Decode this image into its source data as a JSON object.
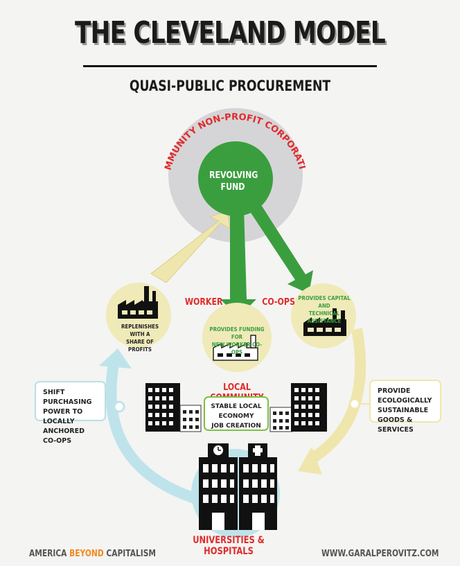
{
  "title": "THE CLEVELAND MODEL",
  "subtitle": "QUASI-PUBLIC PROCUREMENT",
  "corporation_label": "COMMUNITY NON-PROFIT CORPORATION",
  "fund": {
    "line1": "REVOLVING",
    "line2": "FUND"
  },
  "worker_label": "WORKER",
  "coops_label": "CO-OPS",
  "left_coop": {
    "line1": "REPLENISHES WITH A",
    "line2": "SHARE OF PROFITS"
  },
  "middle_coop": {
    "line1": "PROVIDES FUNDING FOR",
    "line2": "NEW WORKER CO-OPS"
  },
  "right_coop": {
    "line1": "PROVIDES CAPITAL AND",
    "line2": "TECHNICAL ASSISTANCE"
  },
  "local_community": {
    "title": "LOCAL COMMUNITY",
    "line1": "STABLE LOCAL ECONOMY",
    "line2": "JOB CREATION"
  },
  "left_box": {
    "line1": "SHIFT PURCHASING",
    "line2": "POWER TO LOCALLY",
    "line3": "ANCHORED CO-OPS"
  },
  "right_box": {
    "line1": "PROVIDE ECOLOGICALLY",
    "line2": "SUSTAINABLE GOODS &",
    "line3": "SERVICES"
  },
  "anchor_label": "UNIVERSITIES & HOSPITALS",
  "footer_left": {
    "part1": "AMERICA ",
    "part2": "BEYOND",
    "part3": " CAPITALISM"
  },
  "footer_right": "WWW.GARALPEROVITZ.COM",
  "colors": {
    "green": "#3a9e3f",
    "gray_circle": "#d5d5d7",
    "yellow_circle": "#efeab8",
    "blue_arrow": "#bfe3ea",
    "yellow_arrow": "#efe6ad",
    "red": "#e02b2b",
    "accent_orange": "#f18a21"
  }
}
